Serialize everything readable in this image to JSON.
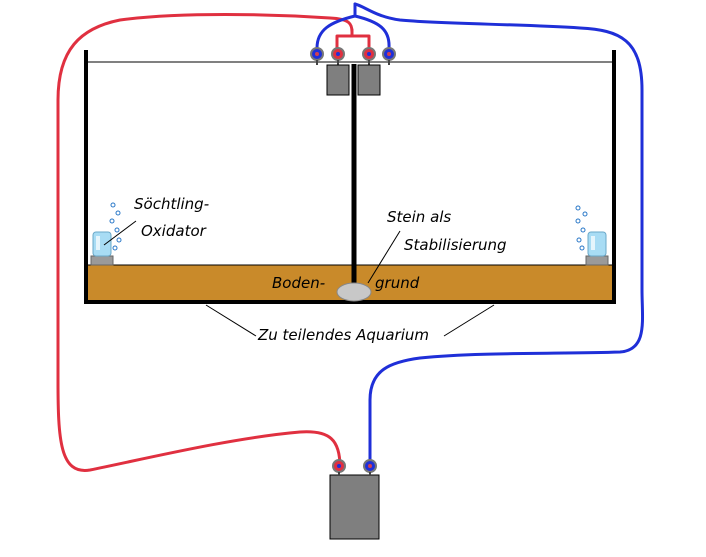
{
  "labels": {
    "oxidator_line1": "Söchtling-",
    "oxidator_line2": "Oxidator",
    "stone_line1": "Stein als",
    "stone_line2": "Stabilisierung",
    "ground_left": "Boden-",
    "ground_right": "grund",
    "aquarium": "Zu teilendes Aquarium"
  },
  "colors": {
    "hot_pipe": "#e03040",
    "cold_pipe": "#1f2fd8",
    "substrate": "#c98a2a",
    "tank_wall": "#000000",
    "pump": "#7f7f7f",
    "oxidator_glass": "#a8dcf4",
    "stone": "#c8c8c8",
    "bubble": "#2a78c8"
  },
  "icons": {
    "valve": "valve-icon",
    "pump": "pump-icon",
    "filter": "external-filter-icon",
    "oxidator": "oxidator-icon",
    "stone": "stone-icon"
  }
}
